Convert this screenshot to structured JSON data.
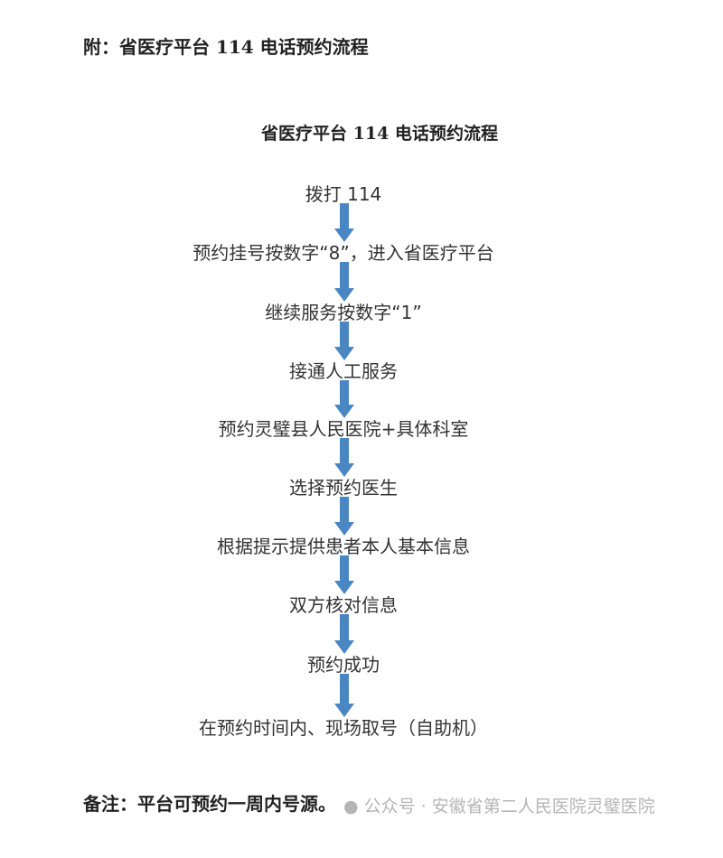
{
  "appendix_title": "附：省医疗平台 114 电话预约流程",
  "flow_title": "省医疗平台 114 电话预约流程",
  "steps": [
    "拨打 114",
    "预约挂号按数字“8”，进入省医疗平台",
    "继续服务按数字“1”",
    "接通人工服务",
    "预约灵璧县人民医院+具体科室",
    "选择预约医生",
    "根据提示提供患者本人基本信息",
    "双方核对信息",
    "预约成功",
    "在预约时间内、现场取号（自助机）"
  ],
  "note": "备注：平台可预约一周内号源。",
  "watermark": "公众号 · 安徽省第二人民医院灵璧医院",
  "colors": {
    "arrow": "#4a86c2"
  }
}
